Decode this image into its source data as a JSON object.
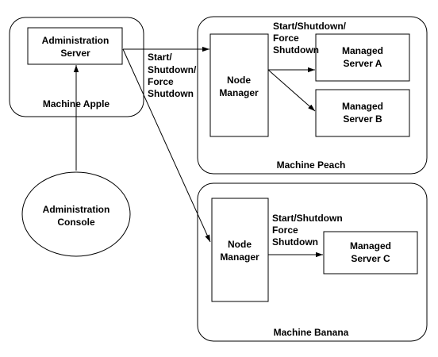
{
  "machines": {
    "apple": {
      "label": "Machine Apple"
    },
    "peach": {
      "label": "Machine Peach"
    },
    "banana": {
      "label": "Machine Banana"
    }
  },
  "nodes": {
    "admin_server": {
      "line1": "Administration",
      "line2": "Server"
    },
    "admin_console": {
      "line1": "Administration",
      "line2": "Console"
    },
    "nm_peach": {
      "line1": "Node",
      "line2": "Manager"
    },
    "nm_banana": {
      "line1": "Node",
      "line2": "Manager"
    },
    "ms_a": {
      "line1": "Managed",
      "line2": "Server A"
    },
    "ms_b": {
      "line1": "Managed",
      "line2": "Server B"
    },
    "ms_c": {
      "line1": "Managed",
      "line2": "Server C"
    }
  },
  "edge_labels": {
    "admin_to_nodes": [
      "Start/",
      "Shutdown/",
      "Force",
      "Shutdown"
    ],
    "nm_peach_to_servers": [
      "Start/Shutdown/",
      "Force",
      "Shutdown"
    ],
    "nm_banana_to_server": [
      "Start/Shutdown",
      "Force",
      "Shutdown"
    ]
  }
}
